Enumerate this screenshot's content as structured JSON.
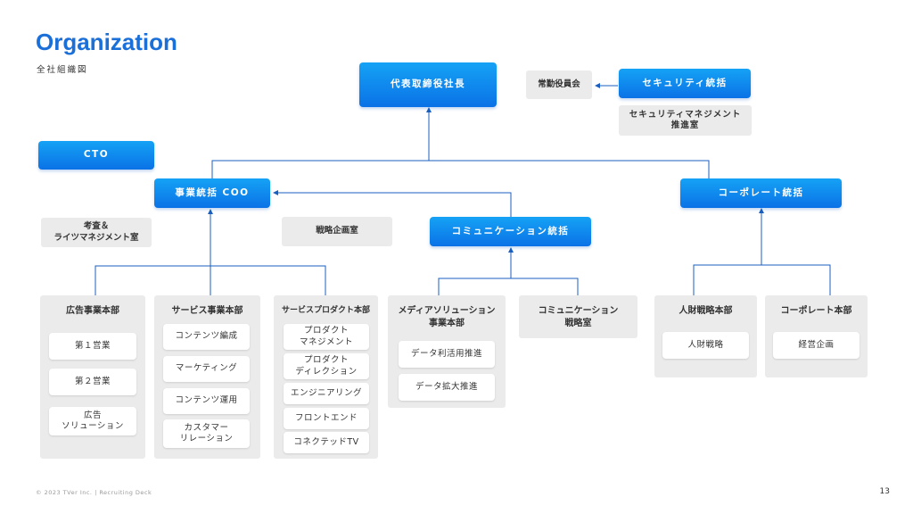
{
  "header": {
    "title": "Organization",
    "subtitle": "全社組織図"
  },
  "nodes": {
    "ceo": "代表取締役社長",
    "auditors": "常勤役員会",
    "security": "セキュリティ統括",
    "security_office": "セキュリティマネジメント\n推進室",
    "cto": "CTO",
    "coo": "事業統括 COO",
    "corporate": "コーポレート統括",
    "communication": "コミュニケーション統括",
    "audit_office": "考査＆\nライツマネジメント室",
    "strategy_office": "戦略企画室"
  },
  "divisions": [
    {
      "title": "広告事業本部",
      "items": [
        "第１営業",
        "第２営業",
        "広告\nソリューション"
      ]
    },
    {
      "title": "サービス事業本部",
      "items": [
        "コンテンツ編成",
        "マーケティング",
        "コンテンツ運用",
        "カスタマー\nリレーション"
      ]
    },
    {
      "title": "サービスプロダクト本部",
      "items": [
        "プロダクト\nマネジメント",
        "プロダクト\nディレクション",
        "エンジニアリング",
        "フロントエンド",
        "コネクテッドTV"
      ]
    },
    {
      "title": "メディアソリューション\n事業本部",
      "items": [
        "データ利活用推進",
        "データ拡大推進"
      ]
    },
    {
      "title": "コミュニケーション\n戦略室",
      "items": []
    },
    {
      "title": "人財戦略本部",
      "items": [
        "人財戦略"
      ]
    },
    {
      "title": "コーポレート本部",
      "items": [
        "経営企画"
      ]
    }
  ],
  "footer": {
    "copyright": "© 2023  TVer Inc.  |  Recruiting Deck",
    "page": "13"
  },
  "colors": {
    "accent": "#1a6fd9",
    "node_blue": "#0a84ee",
    "line": "#1a5fbf",
    "panel_gray": "#ebebeb"
  }
}
